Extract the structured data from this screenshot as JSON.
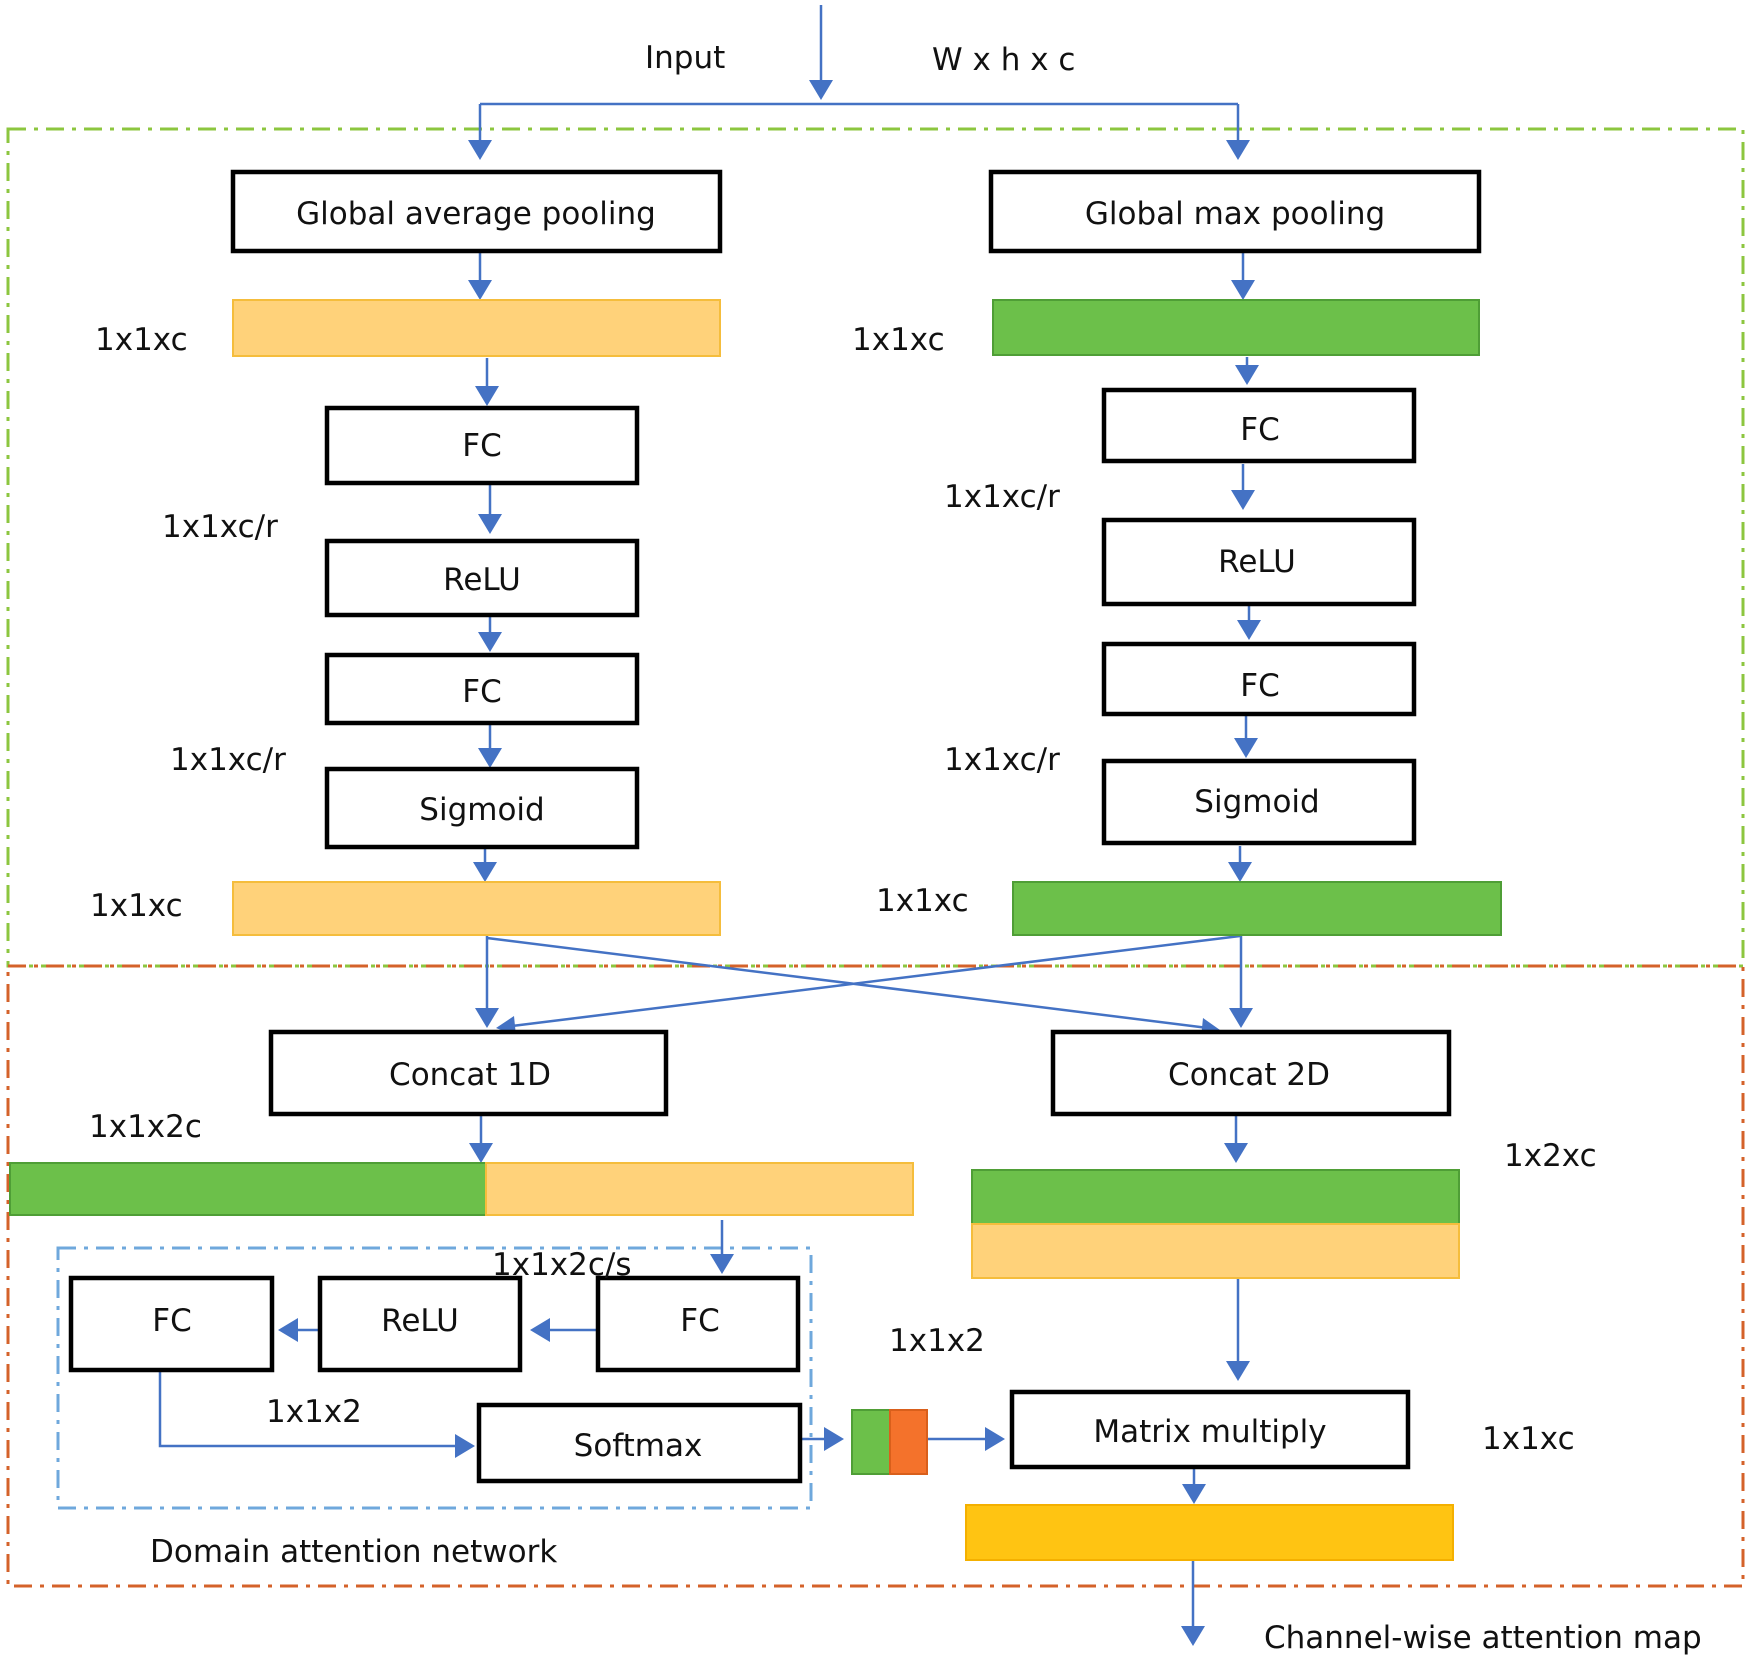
{
  "header": {
    "input_label": "Input",
    "input_dims": "W x h x c"
  },
  "left_branch": {
    "pool": "Global average pooling",
    "dim_pool": "1x1xc",
    "fc1": "FC",
    "dim_fc1": "1x1xc/r",
    "relu": "ReLU",
    "fc2": "FC",
    "dim_fc2": "1x1xc/r",
    "sigmoid": "Sigmoid",
    "dim_out": "1x1xc"
  },
  "right_branch": {
    "pool": "Global max pooling",
    "dim_pool": "1x1xc",
    "fc1": "FC",
    "dim_fc1": "1x1xc/r",
    "relu": "ReLU",
    "fc2": "FC",
    "dim_fc2": "1x1xc/r",
    "sigmoid": "Sigmoid",
    "dim_out": "1x1xc"
  },
  "fusion": {
    "concat1d": "Concat 1D",
    "dim_concat1d": "1x1x2c",
    "concat2d": "Concat 2D",
    "dim_concat2d": "1x2xc",
    "domain_fc_in": "FC",
    "domain_relu": "ReLU",
    "domain_fc_out": "FC",
    "dim_domain": "1x1x2c/s",
    "dim_fc_out": "1x1x2",
    "softmax": "Softmax",
    "dim_softmax_out": "1x1x2",
    "matmul": "Matrix multiply",
    "dim_matmul": "1x1xc",
    "domain_title": "Domain attention network",
    "output_label": "Channel-wise attention map"
  },
  "colors": {
    "arrow": "#4472c4",
    "avg_feature": "#ffd27a",
    "max_feature": "#6cc04a",
    "softmax_weight_2": "#f4722b",
    "output_feature": "#ffc412",
    "top_region_border": "#8cc63f",
    "bottom_region_border": "#d4622a",
    "domain_region_border": "#6fa8dc"
  }
}
